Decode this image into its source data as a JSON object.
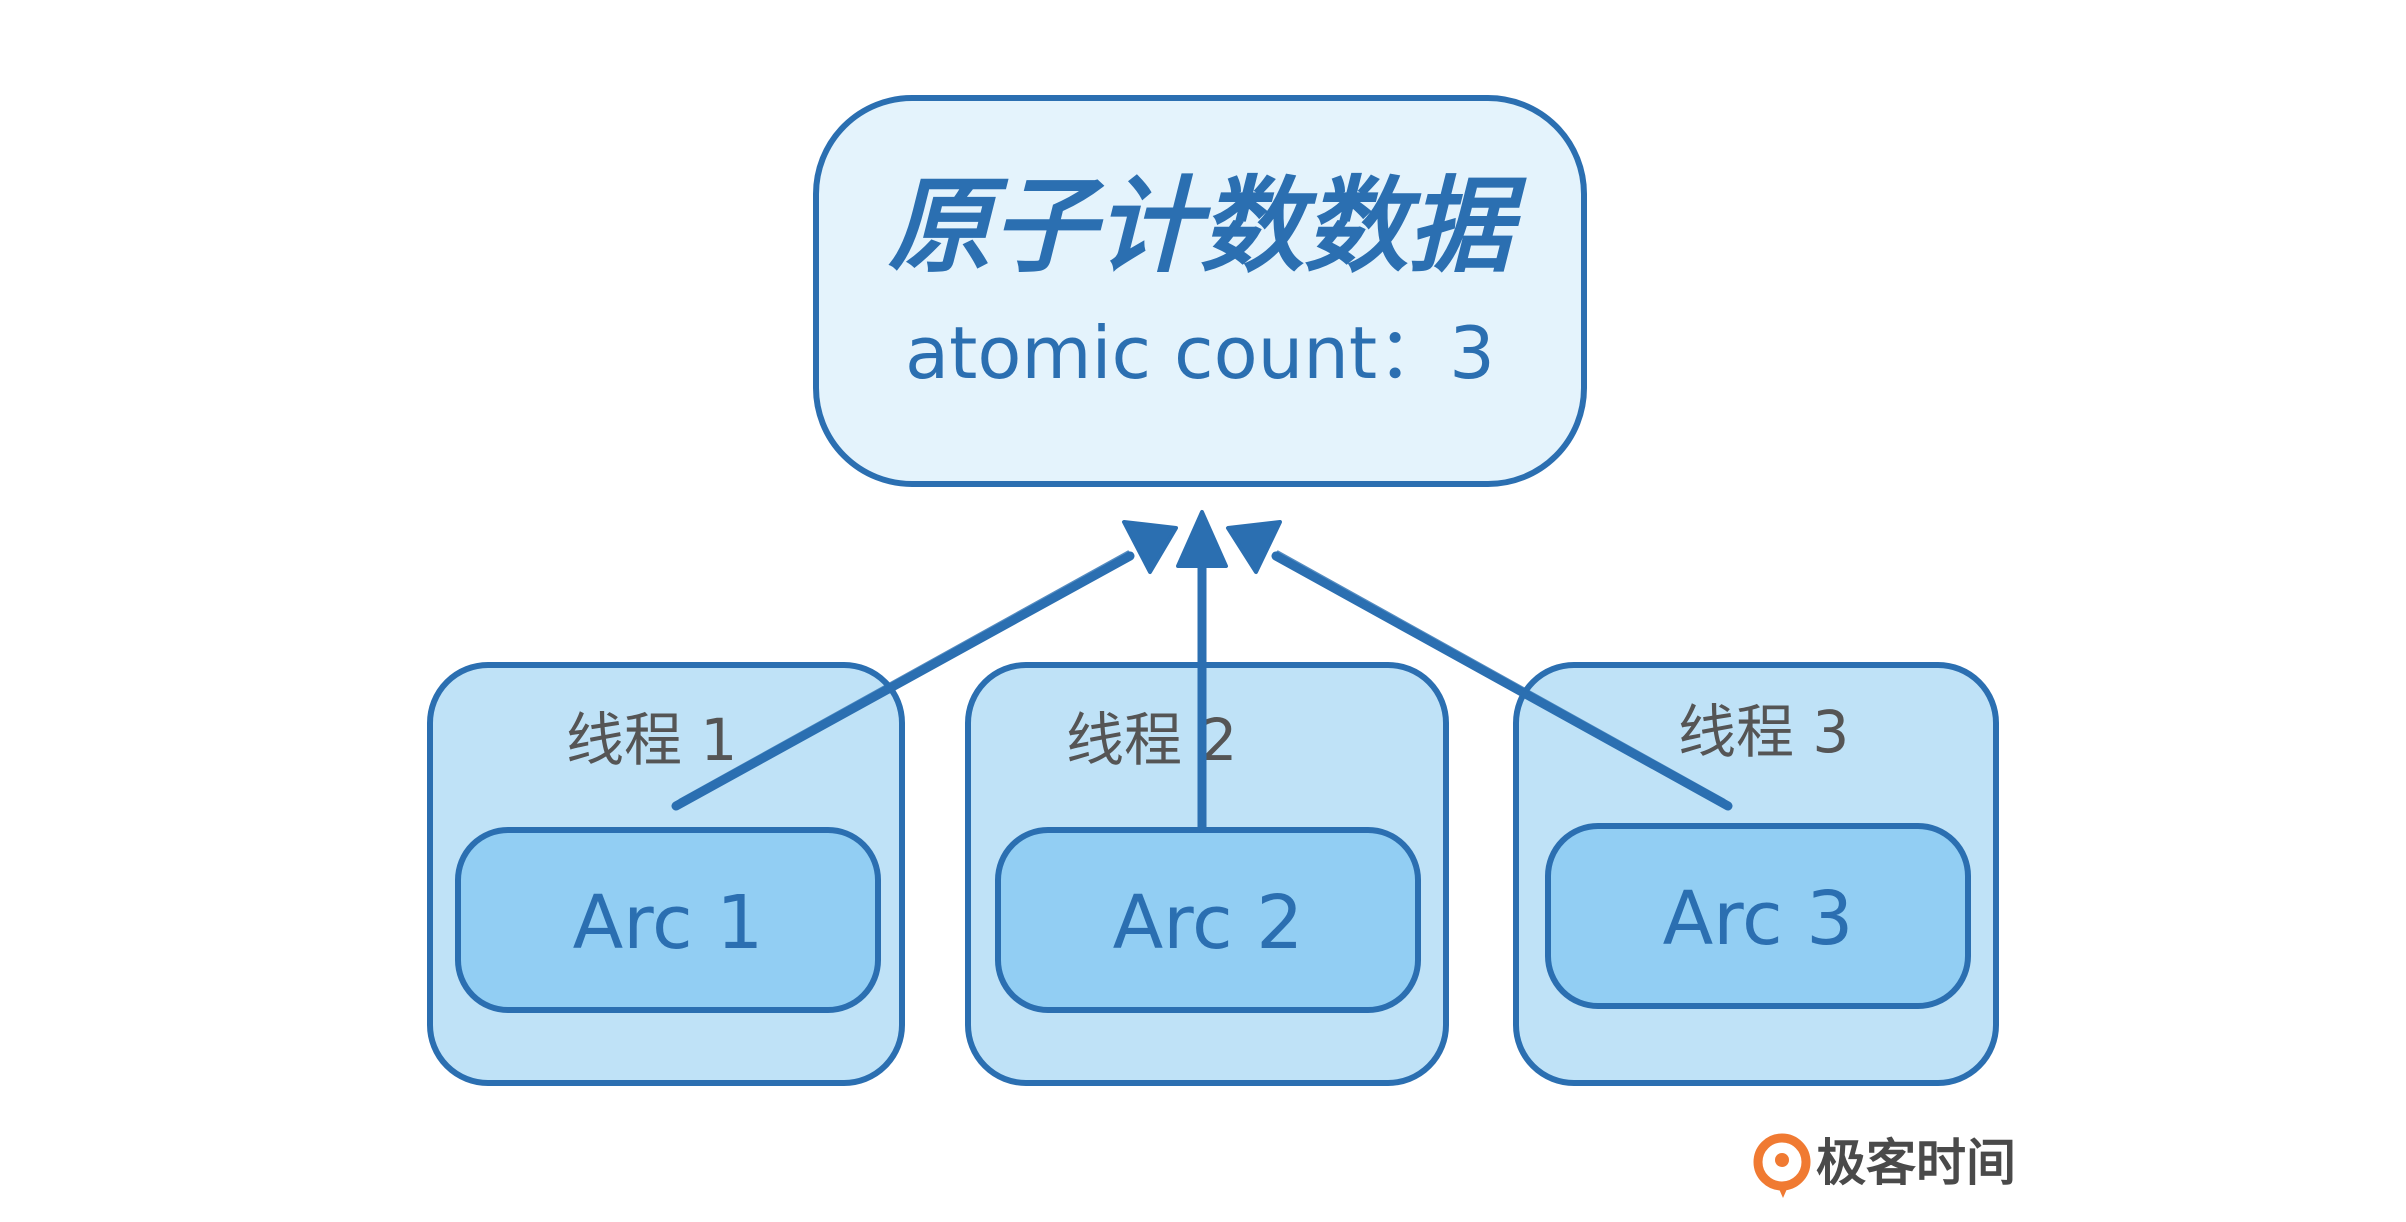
{
  "shared_data": {
    "title": "原子计数数据",
    "subtitle": "atomic count：3"
  },
  "threads": [
    {
      "label": "线程 1",
      "arc_label": "Arc 1"
    },
    {
      "label": "线程 2",
      "arc_label": "Arc 2"
    },
    {
      "label": "线程 3",
      "arc_label": "Arc 3"
    }
  ],
  "brand": {
    "name": "极客时间",
    "icon": "geektime-logo-icon"
  },
  "colors": {
    "stroke": "#2b6fb1",
    "top_fill": "#e4f3fc",
    "thread_fill": "#bfe2f7",
    "arc_fill": "#92cef3",
    "thread_label": "#555555",
    "brand_orange": "#f07a32"
  }
}
